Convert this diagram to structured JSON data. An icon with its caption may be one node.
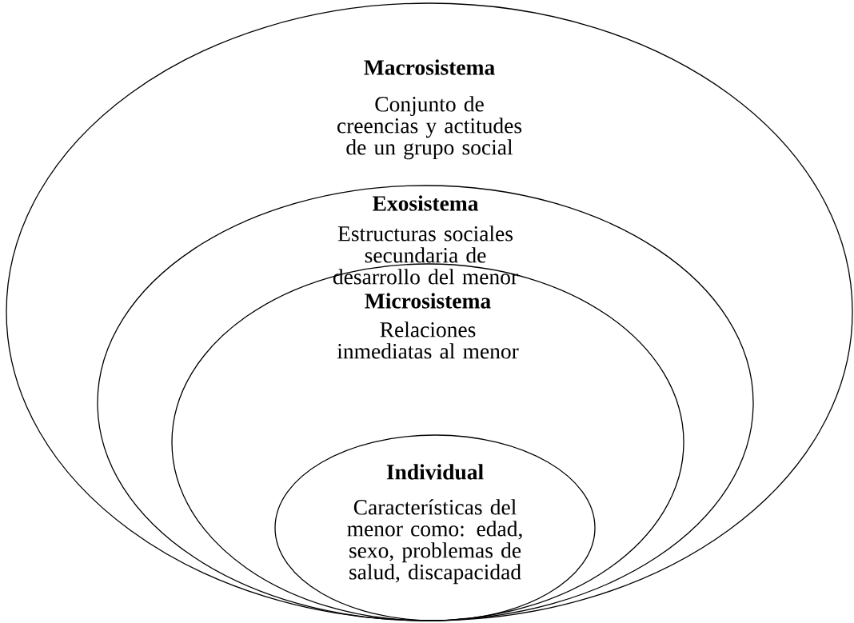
{
  "diagram": {
    "nodes": [
      {
        "text": [
          "Macrosistema",
          "Conjunto de creencias y actitudes de un grupo social"
        ]
      },
      {
        "text": [
          "Exosistema",
          "Estructuras sociales secundaria de desarrollo del menor"
        ],
        "in": 0
      },
      {
        "text": [
          "Microsistema",
          "Relaciones inmediatas al menor"
        ],
        "in": 1
      },
      {
        "text": [
          "Individual",
          "Características del menor como: edad, sexo, problemas de salud, discapacidad"
        ],
        "in": 2
      }
    ]
  }
}
